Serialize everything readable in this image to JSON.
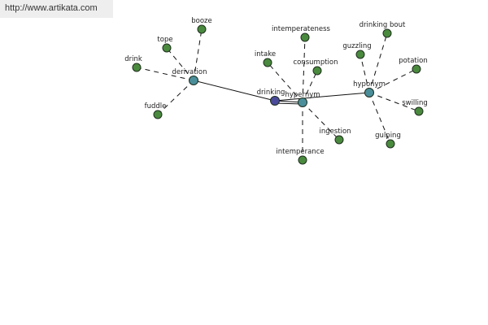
{
  "header": {
    "url": "http://www.artikata.com"
  },
  "colors": {
    "leaf": "#4a8a3e",
    "hub": "#4a8e9a",
    "center": "#4a4a9a",
    "stroke": "#1e2e1e",
    "edge": "#111111"
  },
  "graph": {
    "nodes": [
      {
        "id": "drinking",
        "label": "drinking",
        "kind": "center"
      },
      {
        "id": "derivation",
        "label": "derivation",
        "kind": "hub"
      },
      {
        "id": "hypernym",
        "label": "hypernym",
        "kind": "hub"
      },
      {
        "id": "hyponym",
        "label": "hyponym",
        "kind": "hub"
      },
      {
        "id": "booze",
        "label": "booze",
        "kind": "leaf"
      },
      {
        "id": "tope",
        "label": "tope",
        "kind": "leaf"
      },
      {
        "id": "drink",
        "label": "drink",
        "kind": "leaf"
      },
      {
        "id": "fuddle",
        "label": "fuddle",
        "kind": "leaf"
      },
      {
        "id": "intemperateness",
        "label": "intemperateness",
        "kind": "leaf"
      },
      {
        "id": "intake",
        "label": "intake",
        "kind": "leaf"
      },
      {
        "id": "consumption",
        "label": "consumption",
        "kind": "leaf"
      },
      {
        "id": "ingestion",
        "label": "ingestion",
        "kind": "leaf"
      },
      {
        "id": "intemperance",
        "label": "intemperance",
        "kind": "leaf"
      },
      {
        "id": "drinking-bout",
        "label": "drinking bout",
        "kind": "leaf"
      },
      {
        "id": "guzzling",
        "label": "guzzling",
        "kind": "leaf"
      },
      {
        "id": "potation",
        "label": "potation",
        "kind": "leaf"
      },
      {
        "id": "swilling",
        "label": "swilling",
        "kind": "leaf"
      },
      {
        "id": "gulping",
        "label": "gulping",
        "kind": "leaf"
      }
    ],
    "edges": [
      {
        "from": "drinking",
        "to": "derivation",
        "style": "solid"
      },
      {
        "from": "drinking",
        "to": "hypernym",
        "style": "solid"
      },
      {
        "from": "drinking",
        "to": "hyponym",
        "style": "solid"
      },
      {
        "from": "derivation",
        "to": "booze",
        "style": "dashed"
      },
      {
        "from": "derivation",
        "to": "tope",
        "style": "dashed"
      },
      {
        "from": "derivation",
        "to": "drink",
        "style": "dashed"
      },
      {
        "from": "derivation",
        "to": "fuddle",
        "style": "dashed"
      },
      {
        "from": "hypernym",
        "to": "intemperateness",
        "style": "dashed"
      },
      {
        "from": "hypernym",
        "to": "intake",
        "style": "dashed"
      },
      {
        "from": "hypernym",
        "to": "consumption",
        "style": "dashed"
      },
      {
        "from": "hypernym",
        "to": "ingestion",
        "style": "dashed"
      },
      {
        "from": "hypernym",
        "to": "intemperance",
        "style": "dashed"
      },
      {
        "from": "hyponym",
        "to": "drinking-bout",
        "style": "dashed"
      },
      {
        "from": "hyponym",
        "to": "guzzling",
        "style": "dashed"
      },
      {
        "from": "hyponym",
        "to": "potation",
        "style": "dashed"
      },
      {
        "from": "hyponym",
        "to": "swilling",
        "style": "dashed"
      },
      {
        "from": "hyponym",
        "to": "gulping",
        "style": "dashed"
      }
    ]
  }
}
